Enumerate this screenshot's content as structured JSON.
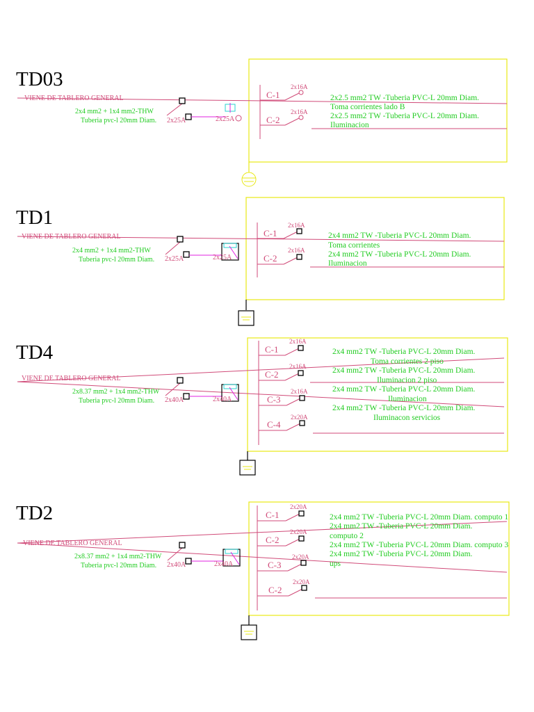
{
  "colors": {
    "wire": "#d04a78",
    "text_green": "#22cc22",
    "frame": "#e8e814",
    "cyan": "#2ad0d0",
    "magenta": "#e020e0"
  },
  "panels": [
    {
      "title": "TD03",
      "feed": "VIENE DE TABLERO GENERAL",
      "cable1": "2x4 mm2 +  1x4  mm2-THW",
      "cable2": "Tuberia pvc-l 20mm Diam.",
      "main_breaker": "2x25A",
      "main_breaker2": "2x25A",
      "circuits": [
        {
          "id": "C-1",
          "amp": "2x16A"
        },
        {
          "id": "C-2",
          "amp": "2x16A"
        }
      ],
      "desc": [
        "2x2.5 mm2 TW -Tuberia PVC-L 20mm Diam.",
        "Toma corrientes lado B",
        "2x2.5 mm2 TW -Tuberia PVC-L 20mm Diam.",
        "Iluminacion"
      ]
    },
    {
      "title": "TD1",
      "feed": "VIENE DE TABLERO GENERAL",
      "cable1": "2x4 mm2 +  1x4  mm2-THW",
      "cable2": "Tuberia pvc-l 20mm Diam.",
      "main_breaker": "2x25A",
      "main_breaker2": "2x25A",
      "circuits": [
        {
          "id": "C-1",
          "amp": "2x16A"
        },
        {
          "id": "C-2",
          "amp": "2x16A"
        }
      ],
      "desc": [
        "2x4 mm2 TW -Tuberia PVC-L 20mm Diam.",
        "Toma corrientes",
        "2x4 mm2 TW -Tuberia PVC-L 20mm Diam.",
        "Iluminacion"
      ]
    },
    {
      "title": "TD4",
      "feed": "VIENE DE TABLERO GENERAL",
      "cable1": "2x8.37 mm2 + 1x4 mm2-THW",
      "cable2": "Tuberia pvc-l 20mm Diam.",
      "main_breaker": "2x40A",
      "main_breaker2": "2x40A",
      "circuits": [
        {
          "id": "C-1",
          "amp": "2x16A"
        },
        {
          "id": "C-2",
          "amp": "2x16A"
        },
        {
          "id": "C-3",
          "amp": "2x16A"
        },
        {
          "id": "C-4",
          "amp": "2x20A"
        }
      ],
      "desc": [
        "2x4 mm2 TW -Tuberia PVC-L 20mm Diam.",
        "Toma corrientes 2 piso",
        "2x4 mm2 TW -Tuberia PVC-L 20mm Diam.",
        "Iluminacion 2 piso",
        "2x4 mm2 TW -Tuberia PVC-L 20mm Diam.",
        "Iluminacion",
        "2x4 mm2 TW -Tuberia PVC-L 20mm Diam.",
        "Iluminacon servicios"
      ]
    },
    {
      "title": "TD2",
      "feed": "VIENE DE TABLERO GENERAL",
      "cable1": "2x8.37 mm2 + 1x4 mm2-THW",
      "cable2": "Tuberia pvc-l 20mm Diam.",
      "main_breaker": "2x40A",
      "main_breaker2": "2x40A",
      "circuits": [
        {
          "id": "C-1",
          "amp": "2x20A"
        },
        {
          "id": "C-2",
          "amp": "2x20A"
        },
        {
          "id": "C-3",
          "amp": "2x20A"
        },
        {
          "id": "C-2",
          "amp": "2x20A"
        }
      ],
      "desc": [
        "2x4 mm2 TW -Tuberia PVC-L 20mm Diam. computo 1",
        "2x4 mm2 TW -Tuberia PVC-L 20mm Diam.",
        "computo 2",
        "2x4 mm2 TW -Tuberia PVC-L 20mm Diam. computo 3",
        "2x4 mm2 TW -Tuberia PVC-L 20mm Diam.",
        "ups"
      ]
    }
  ]
}
